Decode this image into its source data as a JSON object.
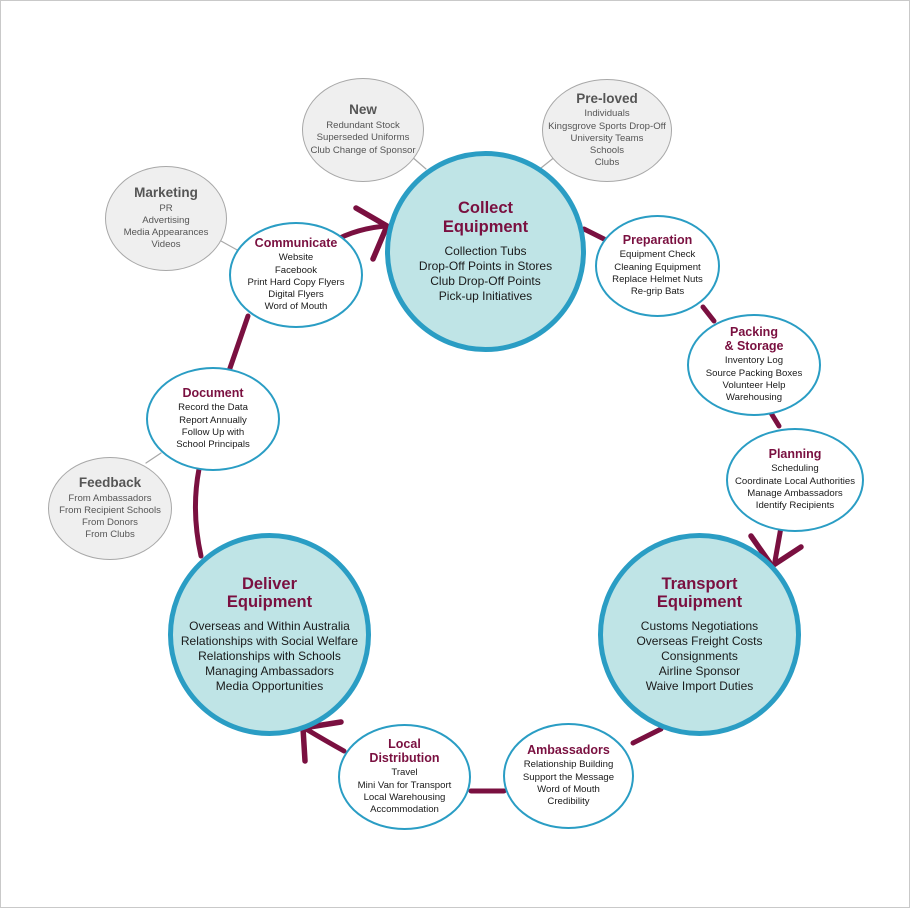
{
  "colors": {
    "cycle_line": "#7a1040",
    "major_fill": "#bfe4e6",
    "node_border": "#2a9dc4",
    "title_text": "#7a1040",
    "grey_border": "#a8a8a8"
  },
  "major_nodes": {
    "collect": {
      "title_l1": "Collect",
      "title_l2": "Equipment",
      "items": [
        "Collection Tubs",
        "Drop-Off Points in Stores",
        "Club Drop-Off Points",
        "Pick-up Initiatives"
      ]
    },
    "transport": {
      "title_l1": "Transport",
      "title_l2": "Equipment",
      "items": [
        "Customs Negotiations",
        "Overseas Freight Costs",
        "Consignments",
        "Airline Sponsor",
        "Waive Import Duties"
      ]
    },
    "deliver": {
      "title_l1": "Deliver",
      "title_l2": "Equipment",
      "items": [
        "Overseas and Within Australia",
        "Relationships with Social Welfare",
        "Relationships with Schools",
        "Managing Ambassadors",
        "Media Opportunities"
      ]
    }
  },
  "minor_nodes": {
    "preparation": {
      "title": "Preparation",
      "items": [
        "Equipment Check",
        "Cleaning Equipment",
        "Replace Helmet Nuts",
        "Re-grip Bats"
      ]
    },
    "packing": {
      "title_l1": "Packing",
      "title_l2": "& Storage",
      "items": [
        "Inventory Log",
        "Source Packing Boxes",
        "Volunteer Help",
        "Warehousing"
      ]
    },
    "planning": {
      "title": "Planning",
      "items": [
        "Scheduling",
        "Coordinate Local Authorities",
        "Manage Ambassadors",
        "Identify Recipients"
      ]
    },
    "ambassadors": {
      "title": "Ambassadors",
      "items": [
        "Relationship Building",
        "Support the Message",
        "Word of Mouth",
        "Credibility"
      ]
    },
    "local": {
      "title_l1": "Local",
      "title_l2": "Distribution",
      "items": [
        "Travel",
        "Mini Van for Transport",
        "Local Warehousing",
        "Accommodation"
      ]
    },
    "document": {
      "title": "Document",
      "items": [
        "Record the Data",
        "Report Annually",
        "Follow Up with",
        "School Principals"
      ]
    },
    "communicate": {
      "title": "Communicate",
      "items": [
        "Website",
        "Facebook",
        "Print Hard Copy Flyers",
        "Digital Flyers",
        "Word of Mouth"
      ]
    }
  },
  "grey_nodes": {
    "new": {
      "title": "New",
      "items": [
        "Redundant Stock",
        "Superseded Uniforms",
        "Club Change of Sponsor"
      ]
    },
    "preloved": {
      "title": "Pre-loved",
      "items": [
        "Individuals",
        "Kingsgrove Sports Drop-Off",
        "University Teams",
        "Schools",
        "Clubs"
      ]
    },
    "marketing": {
      "title": "Marketing",
      "items": [
        "PR",
        "Advertising",
        "Media Appearances",
        "Videos"
      ]
    },
    "feedback": {
      "title": "Feedback",
      "items": [
        "From Ambassadors",
        "From Recipient Schools",
        "From Donors",
        "From Clubs"
      ]
    }
  }
}
